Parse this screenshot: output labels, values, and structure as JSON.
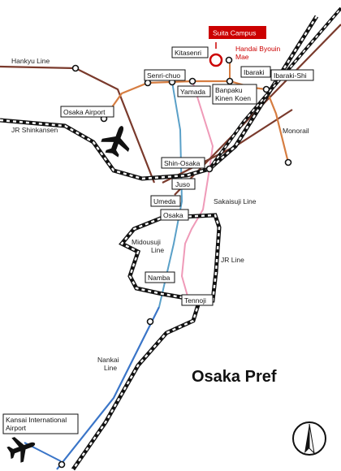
{
  "map": {
    "title": "Osaka Pref",
    "colors": {
      "hankyu": "#7a3a2c",
      "midosuji": "#d8a3a9",
      "nankai": "#3a75c8",
      "sakaisuji": "#ef9ab8",
      "monorail": "#d67d41",
      "blue_line": "#5aa0c8",
      "jr": "#111111",
      "campus": "#cc0000"
    },
    "icons": {
      "airport": "airplane-icon",
      "compass": "north-arrow-icon",
      "campus": "campus-marker-icon"
    },
    "campus": {
      "label": "Suita Campus",
      "station_line1": "Handai Byouin",
      "station_line2": "Mae"
    },
    "stations": {
      "kitasenri": "Kitasenri",
      "senri_chuo": "Senri-chuo",
      "yamada": "Yamada",
      "ibaraki": "Ibaraki",
      "ibaraki_shi": "Ibaraki-Shi",
      "banpaku_line1": "Banpaku",
      "banpaku_line2": "Kinen Koen",
      "osaka_airport": "Osaka Airport",
      "shin_osaka": "Shin-Osaka",
      "juso": "Juso",
      "umeda": "Umeda",
      "osaka": "Osaka",
      "namba": "Namba",
      "tennoji": "Tennoji",
      "kansai_line1": "Kansai International",
      "kansai_line2": "Airport"
    },
    "lines": {
      "hankyu": "Hankyu Line",
      "jr_shinkansen": "JR Shinkansen",
      "monorail": "Monorail",
      "sakaisuji": "Sakaisuji Line",
      "midousuji_line1": "Midousuji",
      "midousuji_line2": "Line",
      "jr_line": "JR Line",
      "nankai_line1": "Nankai",
      "nankai_line2": "Line"
    }
  }
}
